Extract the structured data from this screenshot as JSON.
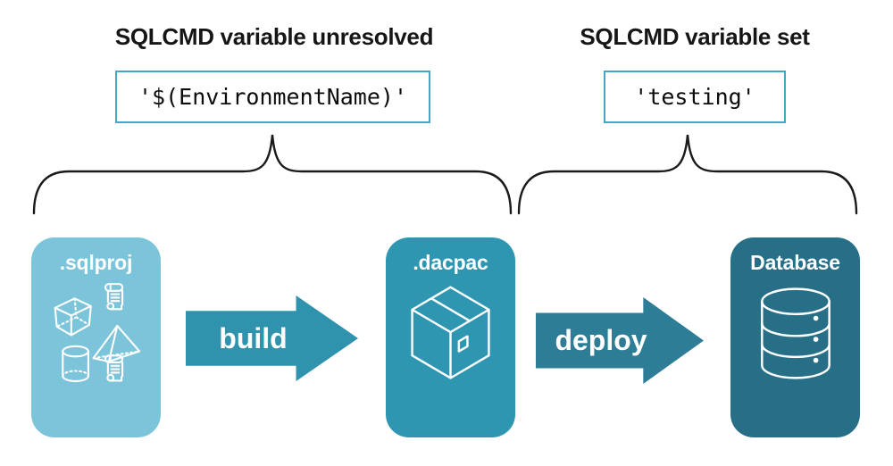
{
  "annotations": {
    "unresolved": {
      "heading": "SQLCMD variable unresolved",
      "code": "'$(EnvironmentName)'"
    },
    "set": {
      "heading": "SQLCMD variable set",
      "code": "'testing'"
    }
  },
  "pipeline": {
    "nodes": {
      "sqlproj": {
        "label": ".sqlproj",
        "fill": "#7cc4d9",
        "icon": "sql-project-objects-icon"
      },
      "dacpac": {
        "label": ".dacpac",
        "fill": "#2e96b1",
        "icon": "package-box-icon"
      },
      "database": {
        "label": "Database",
        "fill": "#266f87",
        "icon": "database-stack-icon"
      }
    },
    "arrows": {
      "build": {
        "label": "build",
        "fill": "#2f93ae"
      },
      "deploy": {
        "label": "deploy",
        "fill": "#2c7d95"
      }
    }
  },
  "colors": {
    "background": "#ffffff",
    "code_box_border": "#41a9c6",
    "heading_text": "#161616",
    "code_text": "#0c0c0c",
    "brace_stroke": "#1a1a1a",
    "icon_stroke": "#ffffff"
  }
}
